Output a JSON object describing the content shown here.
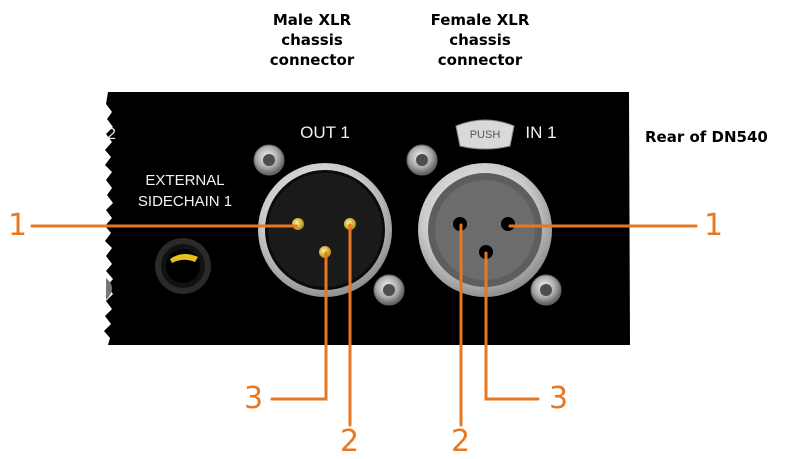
{
  "captions": {
    "male": [
      "Male XLR",
      "chassis",
      "connector"
    ],
    "female": [
      "Female XLR",
      "chassis",
      "connector"
    ],
    "rear": "Rear of DN540"
  },
  "panel": {
    "out_label": "OUT 1",
    "in_label": "IN 1",
    "push_label": "PUSH",
    "sidechain": [
      "EXTERNAL",
      "SIDECHAIN 1"
    ],
    "edge_digit": "2"
  },
  "pins": {
    "male": {
      "pin1": "1",
      "pin2": "2",
      "pin3": "3"
    },
    "female": {
      "pin1": "1",
      "pin2": "2",
      "pin3": "3"
    }
  },
  "colors": {
    "callout": "#e87722",
    "panel": "#000000",
    "male_pin": "#d8a020"
  }
}
